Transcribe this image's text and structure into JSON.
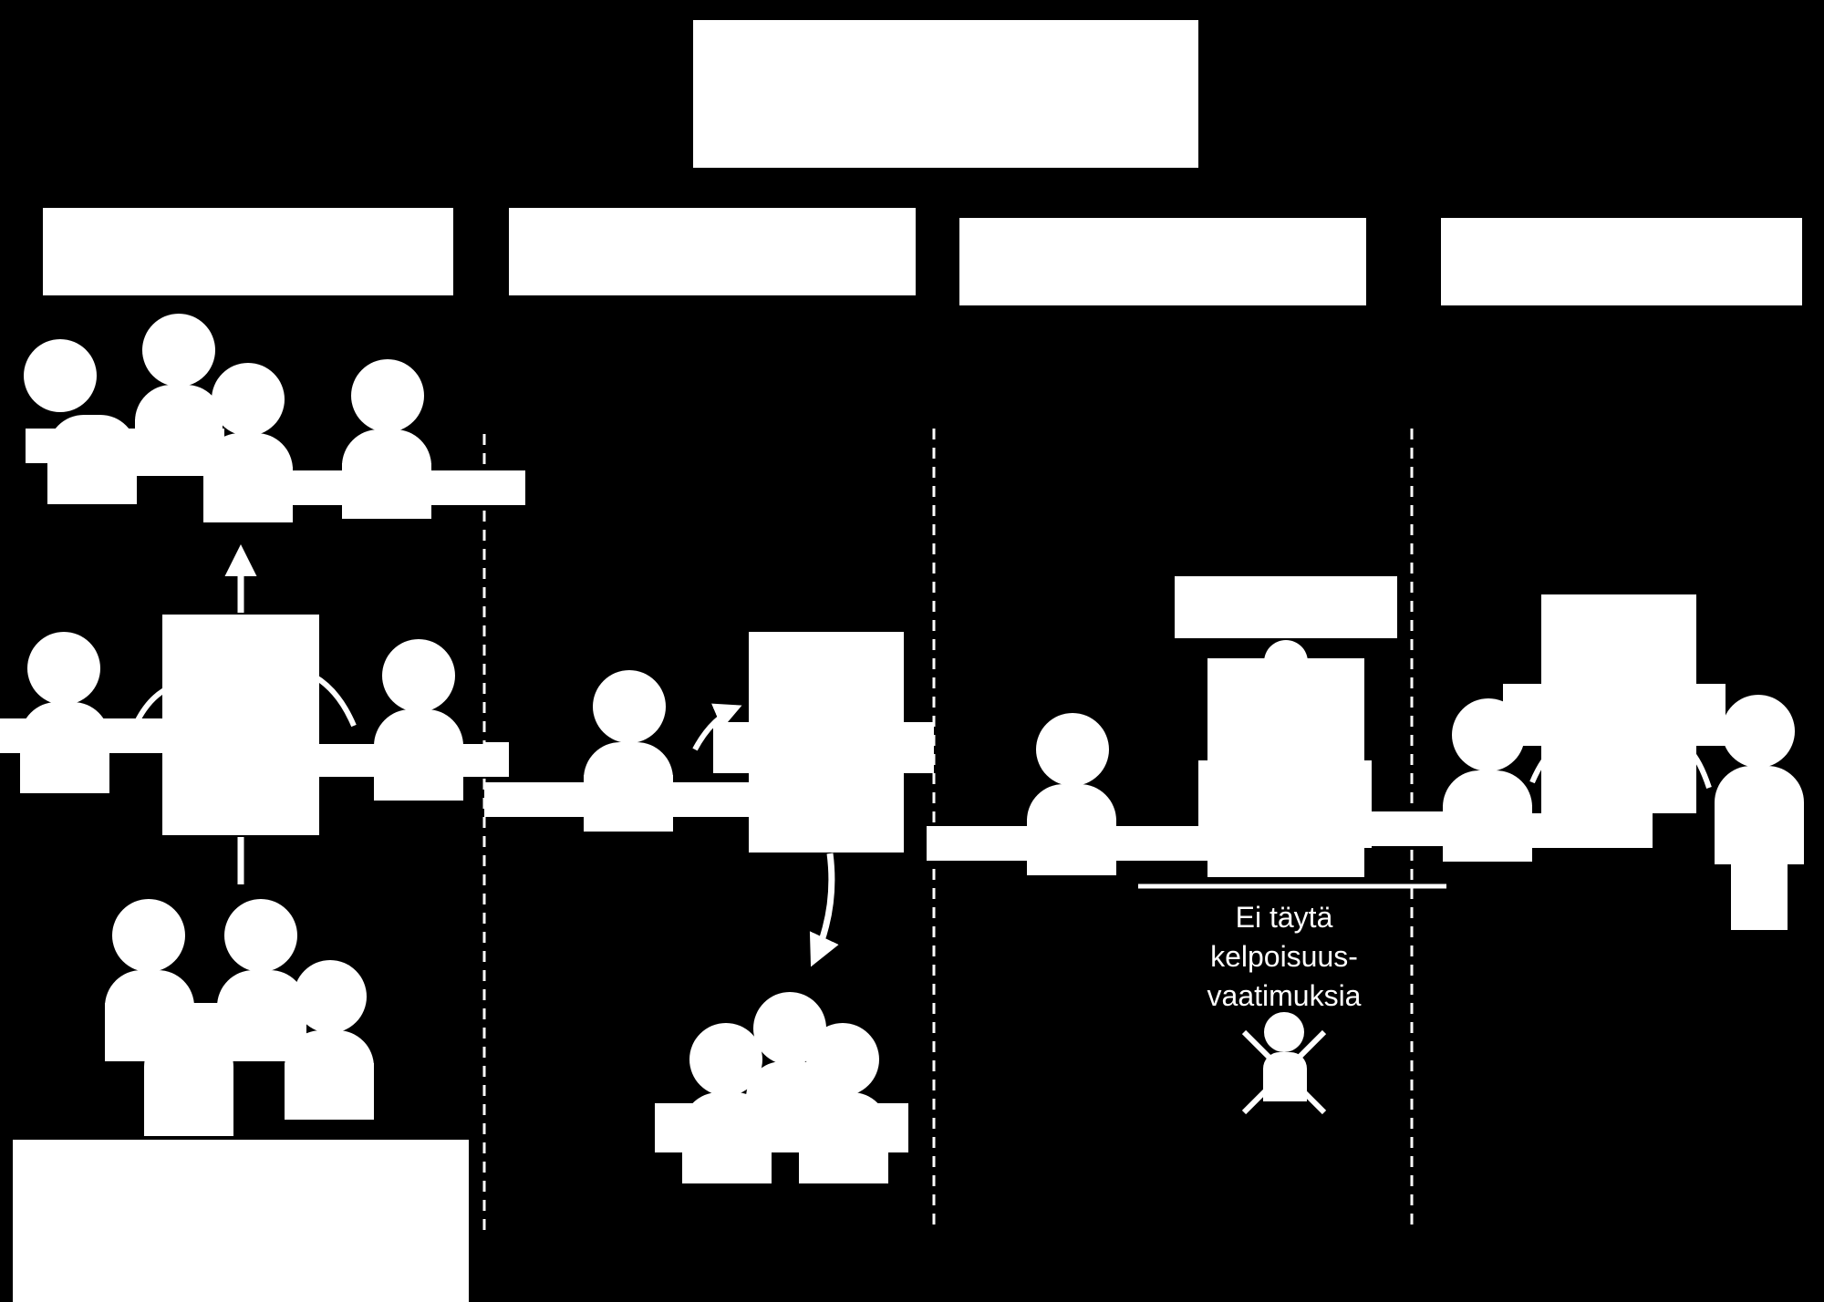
{
  "diagram": {
    "background_color": "#000000",
    "foreground_color": "#ffffff",
    "title_box": {
      "text": ""
    },
    "stage_headers": [
      {
        "text": ""
      },
      {
        "text": ""
      },
      {
        "text": ""
      },
      {
        "text": ""
      }
    ],
    "icons": {
      "person": "person-icon",
      "box": "node-box",
      "rejected": "rejected-person-icon"
    },
    "annotation": {
      "lines": [
        "Ei täytä",
        "kelpoisuus-",
        "vaatimuksia"
      ]
    }
  }
}
